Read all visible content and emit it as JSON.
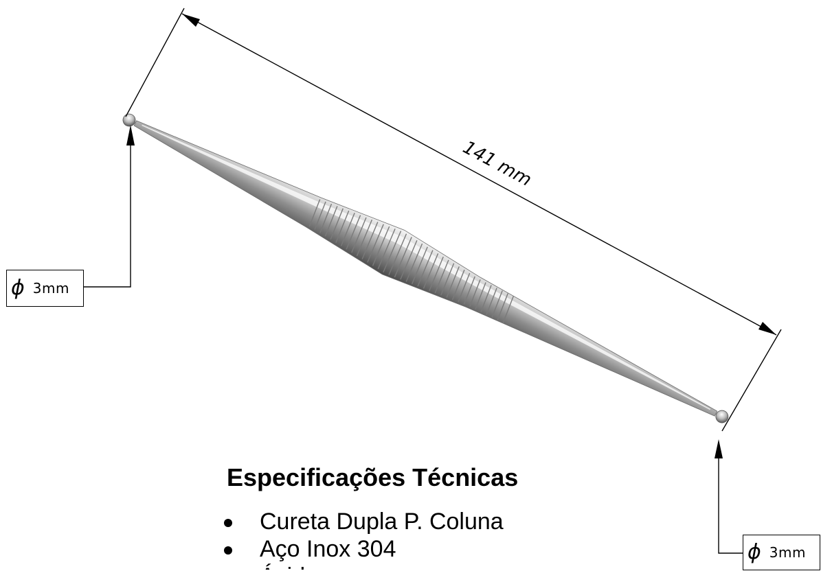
{
  "dimensions": {
    "length_label": "141 mm",
    "left_tip": {
      "symbol": "ϕ",
      "value": "3mm"
    },
    "right_tip": {
      "symbol": "ϕ",
      "value": "3mm"
    }
  },
  "specs": {
    "title": "Especificações Técnicas",
    "items": [
      "Cureta Dupla P. Coluna",
      "Aço Inox 304",
      "Ácido"
    ]
  },
  "colors": {
    "line": "#000000",
    "steel_dark": "#5e5e5e",
    "steel_light": "#e9e9e9"
  }
}
